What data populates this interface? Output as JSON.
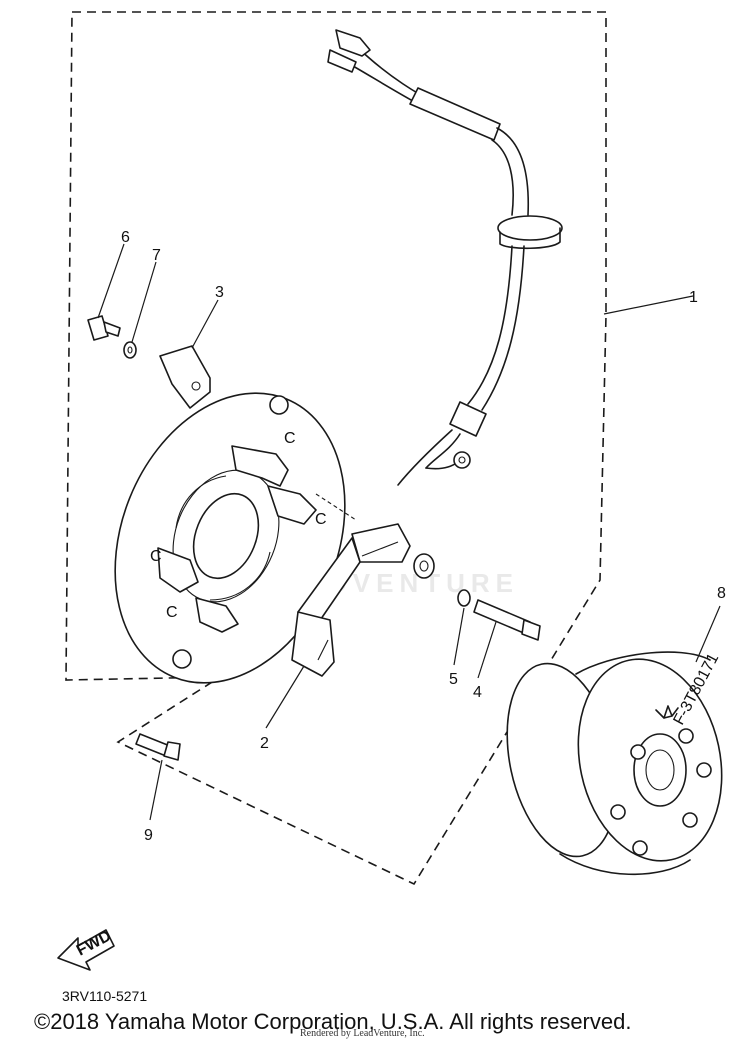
{
  "callouts": {
    "c1": "1",
    "c2": "2",
    "c3": "3",
    "c4": "4",
    "c5": "5",
    "c6": "6",
    "c7": "7",
    "c8": "8",
    "c9": "9"
  },
  "stator_marks": [
    "C",
    "C",
    "C",
    "C"
  ],
  "rotor_stamp": "F-3T80171",
  "fwd_label": "FWD",
  "part_code": "3RV110-5271",
  "copyright": "©2018 Yamaha Motor Corporation, U.S.A. All rights reserved.",
  "rendered_by": "Rendered by LeadVenture, Inc.",
  "watermark": "LEADVENTURE"
}
